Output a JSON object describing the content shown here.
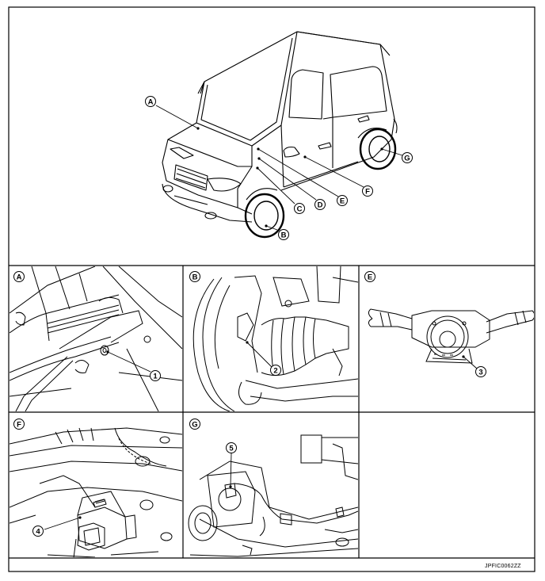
{
  "figure_code": "JPFIC0062ZZ",
  "callouts": {
    "A": "A",
    "B": "B",
    "C": "C",
    "D": "D",
    "E": "E",
    "F": "F",
    "G": "G"
  },
  "panels": [
    {
      "letter": "A",
      "part_number": "1"
    },
    {
      "letter": "B",
      "part_number": "2"
    },
    {
      "letter": "E",
      "part_number": "3"
    },
    {
      "letter": "F",
      "part_number": "4"
    },
    {
      "letter": "G",
      "part_number": "5"
    }
  ]
}
